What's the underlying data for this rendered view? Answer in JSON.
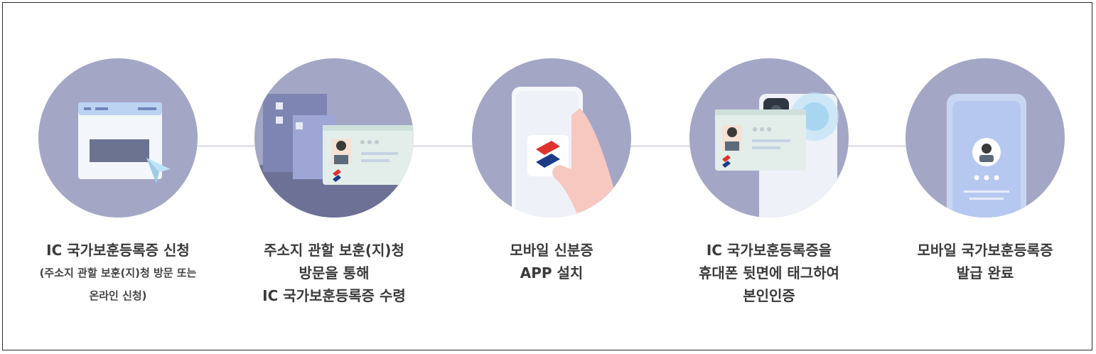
{
  "steps": [
    {
      "id": "apply",
      "lines": [
        "IC 국가보훈등록증 신청",
        "(주소지 관할 보훈(지)청 방문 또는",
        "온라인 신청)"
      ]
    },
    {
      "id": "visit",
      "lines": [
        "주소지 관할 보훈(지)청",
        "방문을 통해",
        "IC 국가보훈등록증 수령"
      ]
    },
    {
      "id": "install",
      "lines": [
        "모바일 신분증",
        "APP 설치"
      ]
    },
    {
      "id": "tag",
      "lines": [
        "IC 국가보훈등록증을",
        "휴대폰 뒷면에 태그하여",
        "본인인증"
      ]
    },
    {
      "id": "issue",
      "lines": [
        "모바일 국가보훈등록증",
        "발급 완료"
      ]
    }
  ],
  "icons": [
    "browser-window-icon",
    "office-building-icon",
    "mobile-app-icon",
    "nfc-tag-icon",
    "mobile-id-complete-icon"
  ],
  "colors": {
    "circle": "#a3a7c5",
    "text": "#3a3a3a",
    "accent_red": "#e0322f",
    "accent_navy": "#1b3a8a"
  }
}
